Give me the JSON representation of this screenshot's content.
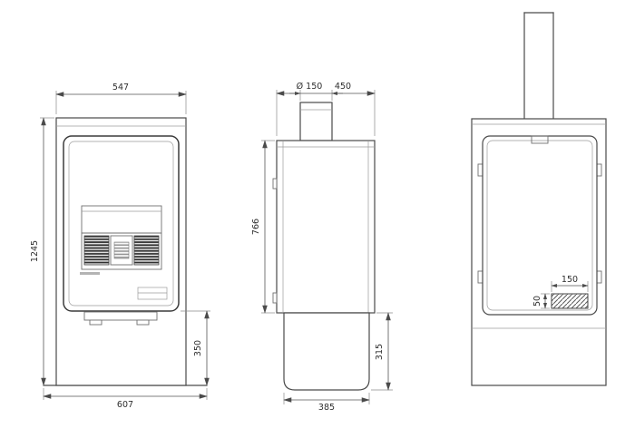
{
  "colors": {
    "object_line": "#4a4a4a",
    "dimension_line": "#555555",
    "text": "#2e2e2e",
    "background": "#ffffff"
  },
  "front_view": {
    "dim_width_top": "547",
    "dim_height_total": "1245",
    "dim_plinth_height": "350",
    "dim_width_bottom": "607"
  },
  "side_view": {
    "dim_flue_diameter": "Ø 150",
    "dim_depth_top": "450",
    "dim_body_height": "766",
    "dim_plinth_height": "315",
    "dim_depth_bottom": "385"
  },
  "back_view": {
    "dim_outlet_width": "150",
    "dim_outlet_height": "50"
  }
}
